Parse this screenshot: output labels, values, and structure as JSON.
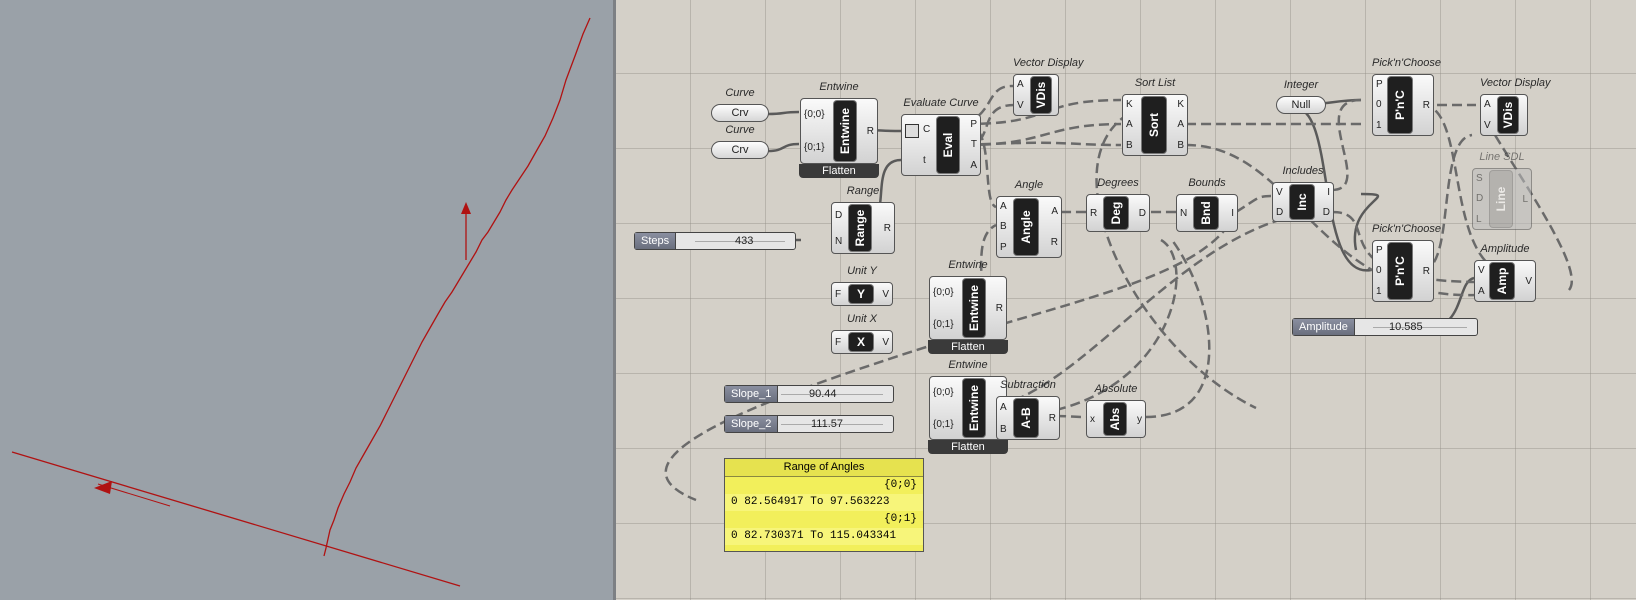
{
  "colors": {
    "canvas_bg": "#d4d0c8",
    "viewport_bg": "#9aa1a8",
    "curve_red": "#b01212",
    "panel_yellow": "#f2ef5b"
  },
  "components": {
    "curve1": {
      "title": "Curve",
      "label": "Crv"
    },
    "curve2": {
      "title": "Curve",
      "label": "Crv"
    },
    "entwine1": {
      "title": "Entwine",
      "core": "Entwine",
      "inputs": [
        "{0;0}",
        "{0;1}"
      ],
      "outputs": [
        "R"
      ],
      "footer": "Flatten"
    },
    "range": {
      "title": "Range",
      "core": "Range",
      "inputs": [
        "D",
        "N"
      ],
      "outputs": [
        "R"
      ]
    },
    "steps": {
      "label": "Steps",
      "value": "433"
    },
    "eval": {
      "title": "Evaluate Curve",
      "core": "Eval",
      "inputs": [
        "C",
        "t"
      ],
      "outputs": [
        "P",
        "T",
        "A"
      ]
    },
    "vdisp1": {
      "title": "Vector Display",
      "core": "VDis",
      "inputs": [
        "A",
        "V"
      ]
    },
    "sortlist": {
      "title": "Sort List",
      "core": "Sort",
      "inputs": [
        "K",
        "A",
        "B"
      ],
      "outputs": [
        "K",
        "A",
        "B"
      ]
    },
    "integer": {
      "title": "Integer",
      "label": "Null"
    },
    "pick1": {
      "title": "Pick'n'Choose",
      "core": "P'n'C",
      "inputs": [
        "P",
        "0",
        "1"
      ],
      "outputs": [
        "R"
      ]
    },
    "vdisp2": {
      "title": "Vector Display",
      "core": "VDis",
      "inputs": [
        "A",
        "V"
      ]
    },
    "angle": {
      "title": "Angle",
      "core": "Angle",
      "inputs": [
        "A",
        "B",
        "P"
      ],
      "outputs": [
        "A",
        "R"
      ]
    },
    "degrees": {
      "title": "Degrees",
      "core": "Deg",
      "inputs": [
        "R"
      ],
      "outputs": [
        "D"
      ]
    },
    "bounds": {
      "title": "Bounds",
      "core": "Bnd",
      "inputs": [
        "N"
      ],
      "outputs": [
        "I"
      ]
    },
    "includes": {
      "title": "Includes",
      "core": "Inc",
      "inputs": [
        "V",
        "D"
      ],
      "outputs": [
        "I",
        "D"
      ]
    },
    "linesdl": {
      "title": "Line SDL",
      "core": "Line",
      "inputs": [
        "S",
        "D",
        "L"
      ],
      "outputs": [
        "L"
      ]
    },
    "unity": {
      "title": "Unit Y",
      "core": "Y",
      "inputs": [
        "F"
      ],
      "outputs": [
        "V"
      ]
    },
    "unitx": {
      "title": "Unit X",
      "core": "X",
      "inputs": [
        "F"
      ],
      "outputs": [
        "V"
      ]
    },
    "entwine2": {
      "title": "Entwine",
      "core": "Entwine",
      "inputs": [
        "{0;0}",
        "{0;1}"
      ],
      "outputs": [
        "R"
      ],
      "footer": "Flatten"
    },
    "pick2": {
      "title": "Pick'n'Choose",
      "core": "P'n'C",
      "inputs": [
        "P",
        "0",
        "1"
      ],
      "outputs": [
        "R"
      ]
    },
    "amp": {
      "title": "Amplitude",
      "core": "Amp",
      "inputs": [
        "V",
        "A"
      ],
      "outputs": [
        "V"
      ]
    },
    "amplitude_slider": {
      "label": "Amplitude",
      "value": "10.585"
    },
    "slope1": {
      "label": "Slope_1",
      "value": "90.44"
    },
    "slope2": {
      "label": "Slope_2",
      "value": "111.57"
    },
    "entwine3": {
      "title": "Entwine",
      "core": "Entwine",
      "inputs": [
        "{0;0}",
        "{0;1}"
      ],
      "outputs": [
        "R"
      ],
      "footer": "Flatten"
    },
    "subtraction": {
      "title": "Subtraction",
      "core": "A-B",
      "inputs": [
        "A",
        "B"
      ],
      "outputs": [
        "R"
      ]
    },
    "absolute": {
      "title": "Absolute",
      "core": "Abs",
      "inputs": [
        "x"
      ],
      "outputs": [
        "y"
      ]
    }
  },
  "panel": {
    "title": "Range of Angles",
    "rows": [
      {
        "path": "{0;0}",
        "index": "0",
        "text": "82.564917 To 97.563223"
      },
      {
        "path": "{0;1}",
        "index": "0",
        "text": "82.730371 To 115.043341"
      }
    ]
  }
}
